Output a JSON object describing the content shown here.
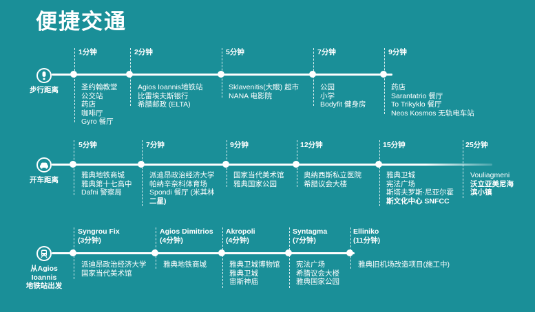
{
  "title": "便捷交通",
  "walk": {
    "label": "步行距离",
    "icon": "walking-icon",
    "stops": [
      {
        "time": "1分钟",
        "items": [
          "圣约翰教堂",
          "公交站",
          "药店",
          "咖啡厅",
          "Gyro 餐厅"
        ]
      },
      {
        "time": "2分钟",
        "items": [
          "Agios Ioannis地铁站",
          "比雷埃夫斯银行",
          "希腊邮政 (ELTA)"
        ]
      },
      {
        "time": "5分钟",
        "items": [
          "Sklavenitis(大眼) 超市",
          "NANA 电影院"
        ]
      },
      {
        "time": "7分钟",
        "items": [
          "公园",
          "小学",
          "Bodyfit 健身房"
        ]
      },
      {
        "time": "9分钟",
        "items": [
          "药店",
          "Sarantatrio 餐厅",
          "To Trikyklo 餐厅",
          "Neos Kosmos 无轨电车站"
        ]
      }
    ]
  },
  "drive": {
    "label": "开车距离",
    "icon": "car-icon",
    "stops": [
      {
        "time": "5分钟",
        "items": [
          "雅典地铁商城",
          "雅典第十七高中",
          "Dafni 警察局"
        ]
      },
      {
        "time": "7分钟",
        "items": [
          "派迪昂政治经济大学",
          "帕纳辛奈科体育场",
          "Spondi 餐厅 (米其林",
          "二星)"
        ]
      },
      {
        "time": "9分钟",
        "items": [
          "国家当代美术馆",
          "雅典国家公园"
        ]
      },
      {
        "time": "12分钟",
        "items": [
          "奥纳西斯私立医院",
          "希腊议会大楼"
        ]
      },
      {
        "time": "15分钟",
        "items": [
          "雅典卫城",
          "宪法广场",
          "斯塔夫罗斯·尼亚尔霍",
          "斯文化中心 SNFCC"
        ]
      },
      {
        "time": "25分钟",
        "items": [
          "Vouliagmeni",
          "沃立亚美尼海",
          "滨小镇"
        ]
      }
    ]
  },
  "metro": {
    "label_lines": [
      "从Agios",
      "Ioannis",
      "地铁站出发"
    ],
    "icon": "metro-icon",
    "stops": [
      {
        "station": "Syngrou Fix",
        "time": "(3分钟)",
        "items": [
          "派迪昂政治经济大学",
          "国家当代美术馆"
        ]
      },
      {
        "station": "Agios Dimitrios",
        "time": "(4分钟)",
        "items": [
          "雅典地铁商城"
        ]
      },
      {
        "station": "Akropoli",
        "time": "(4分钟)",
        "items": [
          "雅典卫城博物馆",
          "雅典卫城",
          "宙斯神庙"
        ]
      },
      {
        "station": "Syntagma",
        "time": "(7分钟)",
        "items": [
          "宪法广场",
          "希腊议会大楼",
          "雅典国家公园"
        ]
      },
      {
        "station": "Elliniko",
        "time": "(11分钟)",
        "items": [
          "雅典旧机场改造项目(施工中)"
        ]
      }
    ]
  }
}
